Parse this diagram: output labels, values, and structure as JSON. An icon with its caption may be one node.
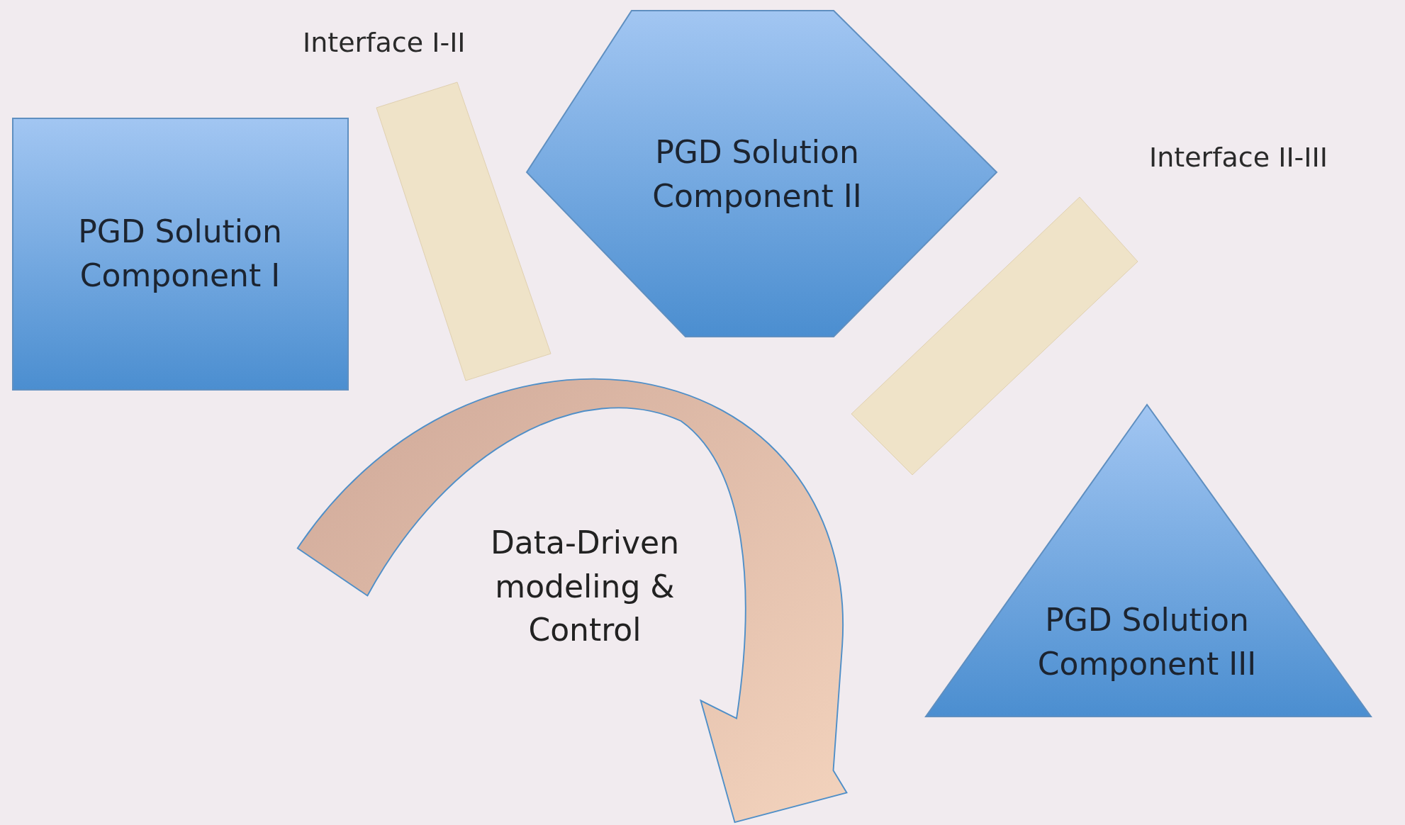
{
  "diagram": {
    "nodes": [
      {
        "text": [
          "PGD Solution Component I"
        ]
      },
      {
        "text": [
          "Interface I-II"
        ]
      },
      {
        "text": [
          "PGD Solution Component II"
        ]
      },
      {
        "text": [
          "Interface II-III"
        ]
      },
      {
        "text": [
          "PGD Solution Component III"
        ]
      }
    ],
    "labels": [
      "Data-Driven modeling & Control"
    ]
  }
}
